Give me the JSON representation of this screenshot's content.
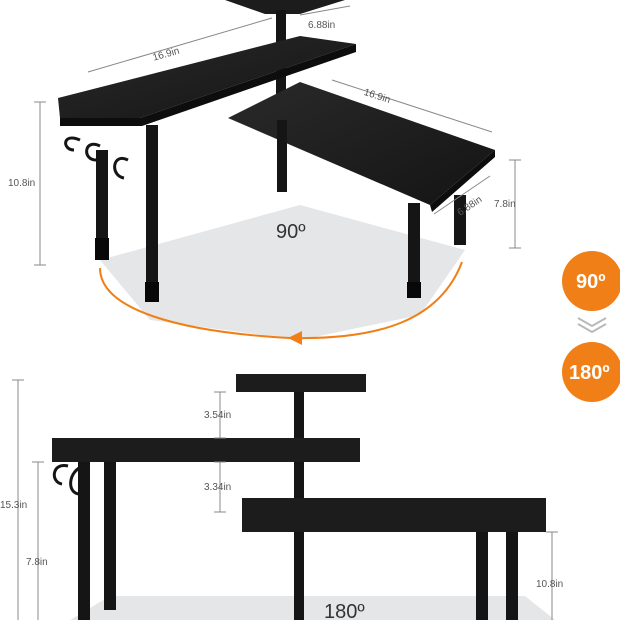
{
  "top_view": {
    "dimensions": {
      "top_shelf_width": "6.88in",
      "left_shelf_length": "16.9in",
      "right_shelf_length": "16.9in",
      "right_shelf_depth": "6.88in",
      "total_height": "10.8in",
      "leg_height": "7.8in"
    },
    "angle_label": "90º"
  },
  "rotation_badges": {
    "from": "90º",
    "to": "180º"
  },
  "front_view": {
    "dimensions": {
      "upper_gap": "3.54in",
      "middle_gap": "3.34in",
      "total_height": "15.3in",
      "leg_height": "7.8in",
      "right_height": "10.8in"
    },
    "angle_label": "180º"
  },
  "colors": {
    "accent": "#f07f17",
    "shelf": "#1c1c1c",
    "floor": "#e4e6e8"
  }
}
